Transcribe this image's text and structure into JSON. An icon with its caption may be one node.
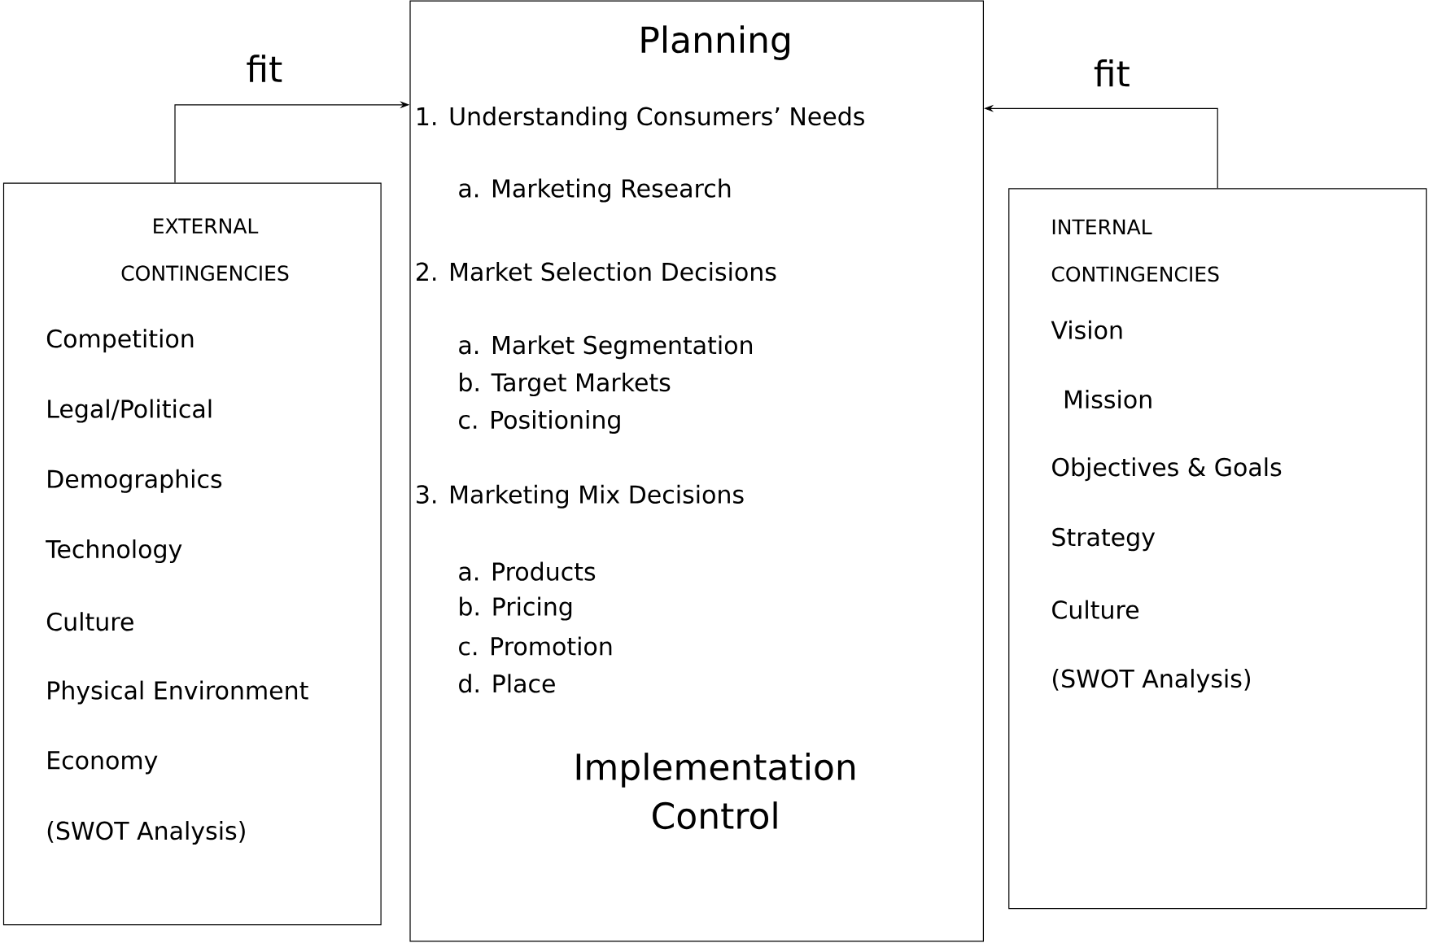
{
  "diagram": {
    "nodes": [
      {
        "text": [
          "EXTERNAL CONTINGENCIES",
          "Competition",
          "Legal/Political",
          "Demographics",
          "Technology",
          "Culture",
          "Physical Environment",
          "Economy",
          "(SWOT Analysis)"
        ]
      },
      {
        "text": [
          "Planning",
          "1.   Understanding Consumers’ Needs",
          "a. Marketing Research",
          "2.  Market Selection Decisions",
          "a. Market Segmentation",
          "b. Target Markets",
          "c.  Positioning",
          "3.  Marketing Mix Decisions",
          "a. Products",
          "b. Pricing",
          "c.  Promotion",
          "d. Place",
          "Implementation Control"
        ]
      },
      {
        "text": [
          "INTERNAL CONTINGENCIES",
          "Vision",
          "Mission",
          "Objectives & Goals",
          "Strategy",
          "Culture",
          "(SWOT Analysis)"
        ]
      }
    ],
    "edges": [
      {
        "from": 0,
        "to": 1,
        "arrow": "to",
        "label": "fit"
      },
      {
        "from": 2,
        "to": 1,
        "arrow": "to",
        "label": "fit"
      }
    ]
  }
}
